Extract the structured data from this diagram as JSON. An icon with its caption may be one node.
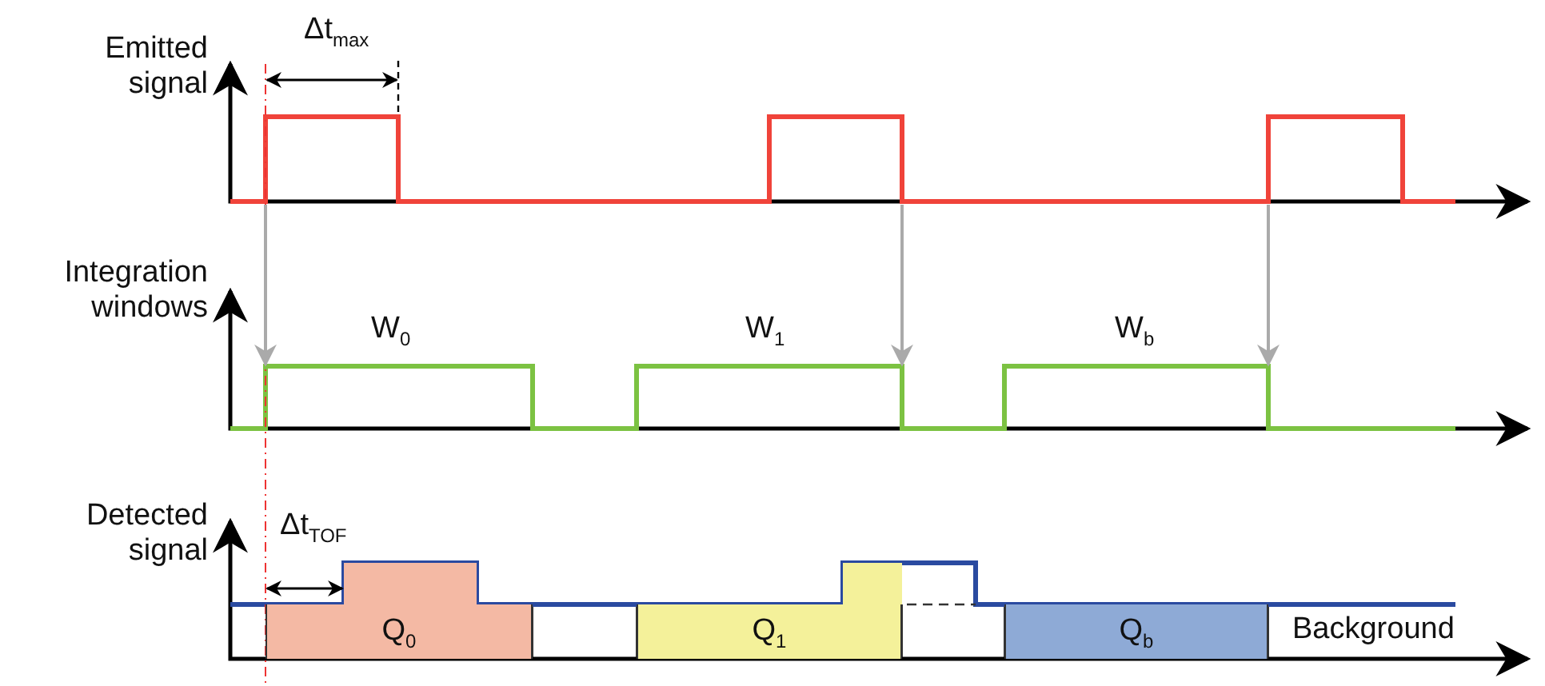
{
  "diagram": {
    "nodes": [
      {
        "text": [
          "Q$_{0}$"
        ]
      },
      {
        "text": [
          "Q$_{1}$"
        ]
      },
      {
        "text": [
          "Q$_{b}$"
        ]
      }
    ],
    "labels": [
      "Emitted signal",
      "Δt$_{max}$",
      "Integration windows",
      "W$_{0}$",
      "W$_{1}$",
      "W$_{b}$",
      "Detected signal",
      "Δt$_{TOF}$",
      "Background"
    ]
  }
}
